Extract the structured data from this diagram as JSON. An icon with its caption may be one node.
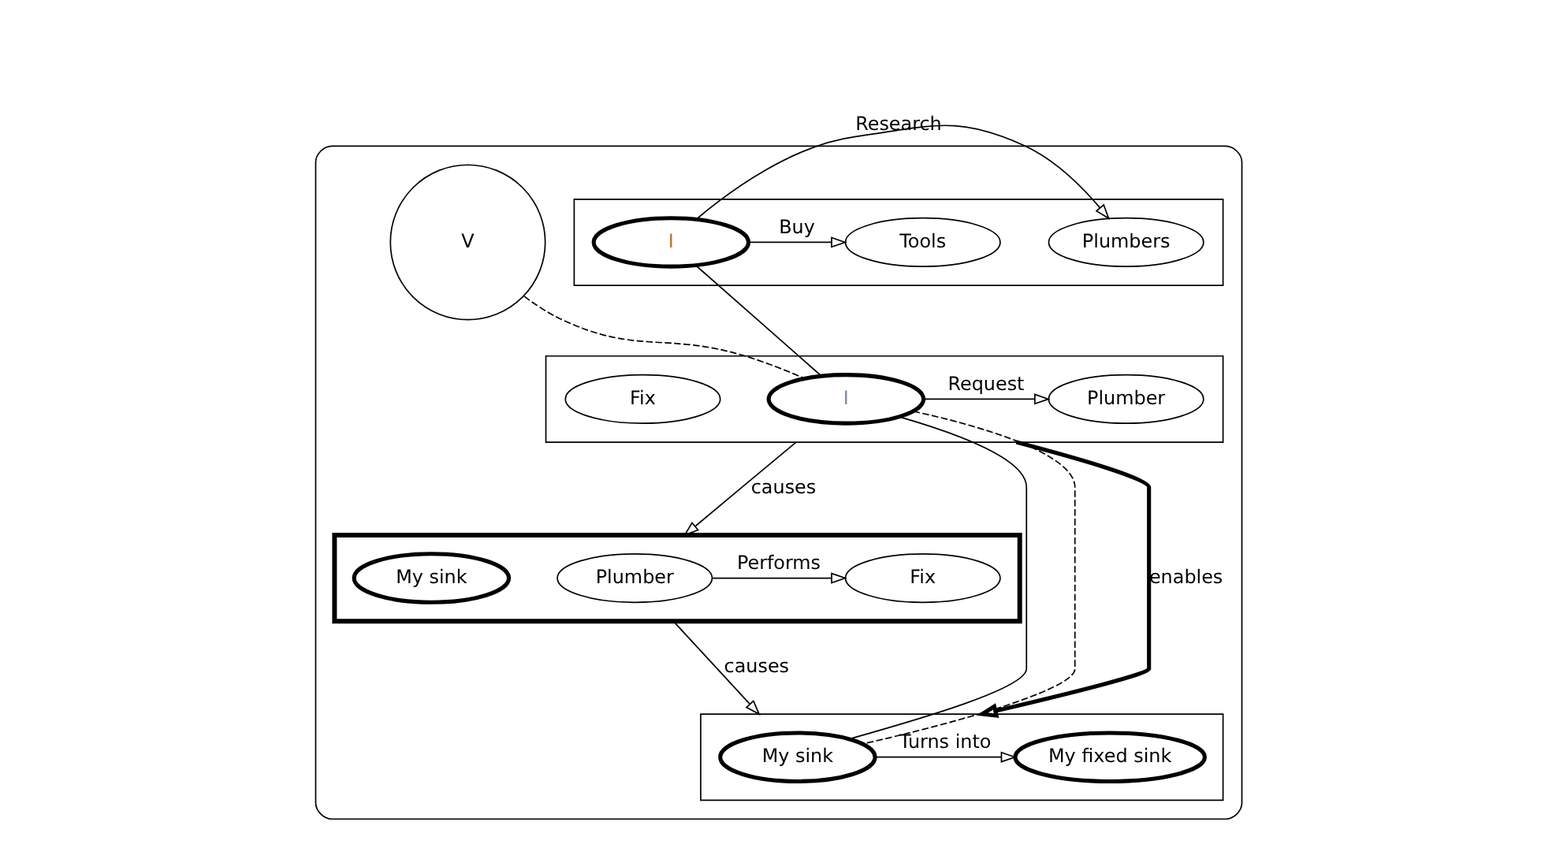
{
  "diagram": {
    "nodes": [
      {
        "text": [],
        "shape": "box"
      },
      {
        "text": [],
        "shape": "box",
        "in": 0
      },
      {
        "text": [
          "I"
        ],
        "in": 1
      },
      {
        "text": [
          "Plumbers"
        ],
        "in": 1
      },
      {
        "text": [
          "Tools"
        ],
        "in": 1
      },
      {
        "text": [],
        "shape": "box",
        "in": 0
      },
      {
        "text": [
          "I"
        ],
        "in": 5
      },
      {
        "text": [
          "Plumber"
        ],
        "in": 5
      },
      {
        "text": [
          "Fix"
        ],
        "in": 5
      },
      {
        "text": [
          "V"
        ],
        "in": 0
      },
      {
        "text": [],
        "shape": "box",
        "in": 0
      },
      {
        "text": [
          "Plumber"
        ],
        "in": 10
      },
      {
        "text": [
          "Fix"
        ],
        "in": 10
      },
      {
        "text": [
          "My sink"
        ],
        "in": 10
      },
      {
        "text": [],
        "shape": "box",
        "in": 0
      },
      {
        "text": [
          "My sink"
        ],
        "in": 14
      },
      {
        "text": [
          "My fixed sink"
        ],
        "in": 14
      }
    ],
    "edges": [
      {
        "from": 2,
        "to": 3,
        "arrow": "to",
        "label": "Research"
      },
      {
        "from": 2,
        "to": 4,
        "arrow": "to",
        "label": "Buy"
      },
      {
        "from": 6,
        "to": 7,
        "arrow": "to",
        "label": "Request"
      },
      {
        "from": 11,
        "to": 12,
        "arrow": "to",
        "label": "Performs"
      },
      {
        "from": 15,
        "to": 16,
        "arrow": "to",
        "label": "Turns into"
      },
      {
        "from": 2,
        "to": 6,
        "arrow": "none"
      },
      {
        "from": 9,
        "to": 6,
        "arrow": "none",
        "style": "dashed"
      },
      {
        "from": 6,
        "to": 15,
        "arrow": "none"
      },
      {
        "from": 6,
        "to": 15,
        "arrow": "none",
        "style": "dashed"
      },
      {
        "from": 5,
        "to": 10,
        "arrow": "to",
        "label": "causes"
      },
      {
        "from": 10,
        "to": 14,
        "arrow": "to",
        "label": "causes"
      },
      {
        "from": 5,
        "to": 14,
        "arrow": "to",
        "label": "enables",
        "style": "thick"
      }
    ]
  }
}
